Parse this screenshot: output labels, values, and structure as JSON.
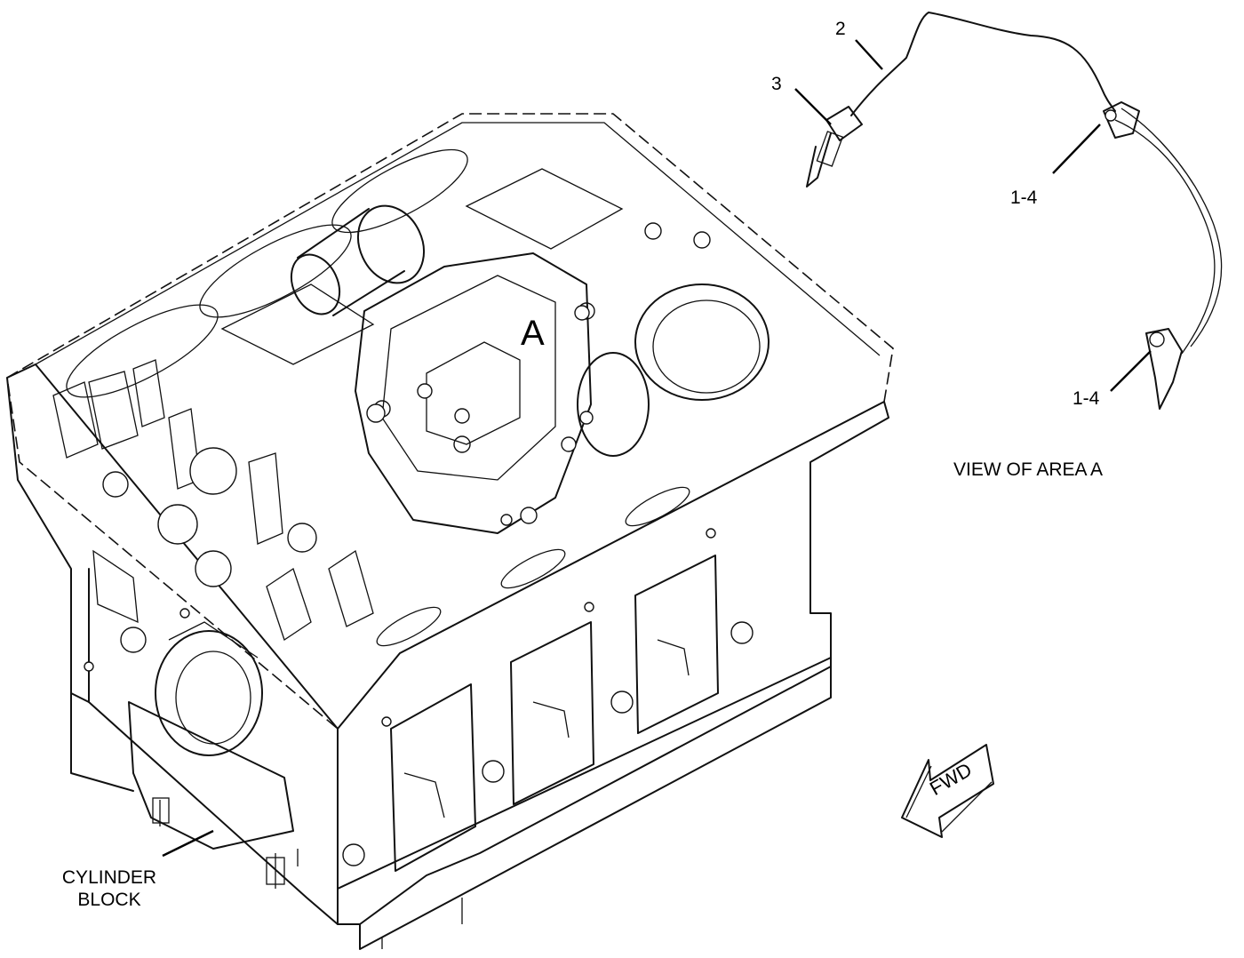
{
  "diagram": {
    "callouts": {
      "area_a": "A",
      "part_2": "2",
      "part_3": "3",
      "part_1_4_upper": "1-4",
      "part_1_4_lower": "1-4",
      "view_caption": "VIEW OF AREA  A",
      "cylinder_block_line1": "CYLINDER",
      "cylinder_block_line2": "BLOCK",
      "fwd_arrow": "FWD"
    }
  }
}
